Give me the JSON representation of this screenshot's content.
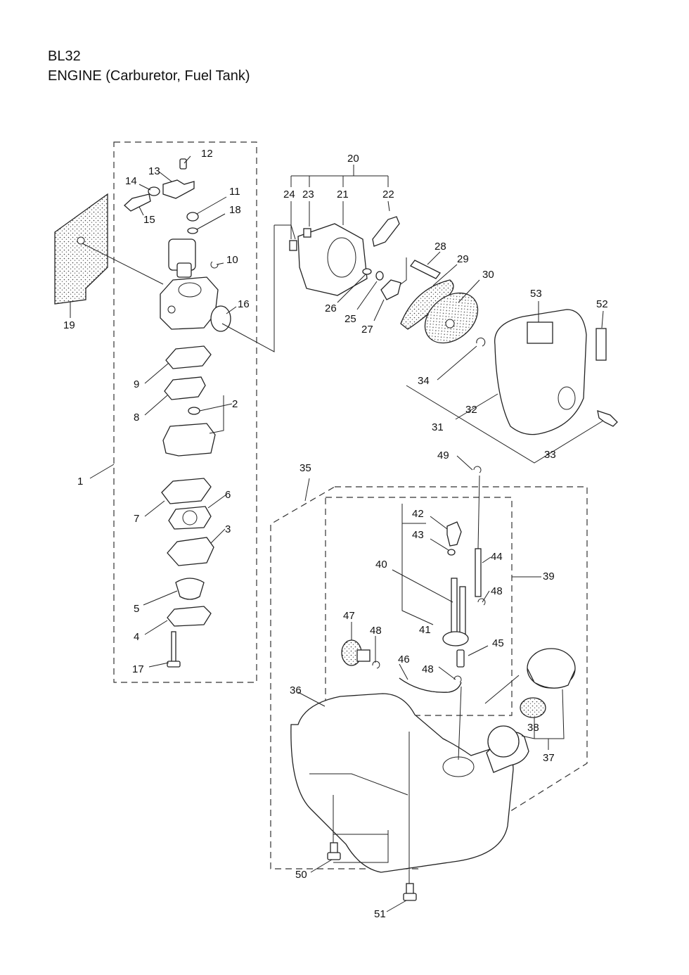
{
  "header": {
    "model": "BL32",
    "title": "ENGINE (Carburetor, Fuel Tank)"
  },
  "callouts": [
    "1",
    "2",
    "3",
    "4",
    "5",
    "6",
    "7",
    "8",
    "9",
    "10",
    "11",
    "12",
    "13",
    "14",
    "15",
    "16",
    "17",
    "18",
    "19",
    "20",
    "21",
    "22",
    "23",
    "24",
    "25",
    "26",
    "27",
    "28",
    "29",
    "30",
    "31",
    "32",
    "33",
    "34",
    "35",
    "36",
    "37",
    "38",
    "39",
    "40",
    "41",
    "42",
    "43",
    "44",
    "45",
    "46",
    "47",
    "48",
    "49",
    "50",
    "51",
    "52",
    "53"
  ]
}
